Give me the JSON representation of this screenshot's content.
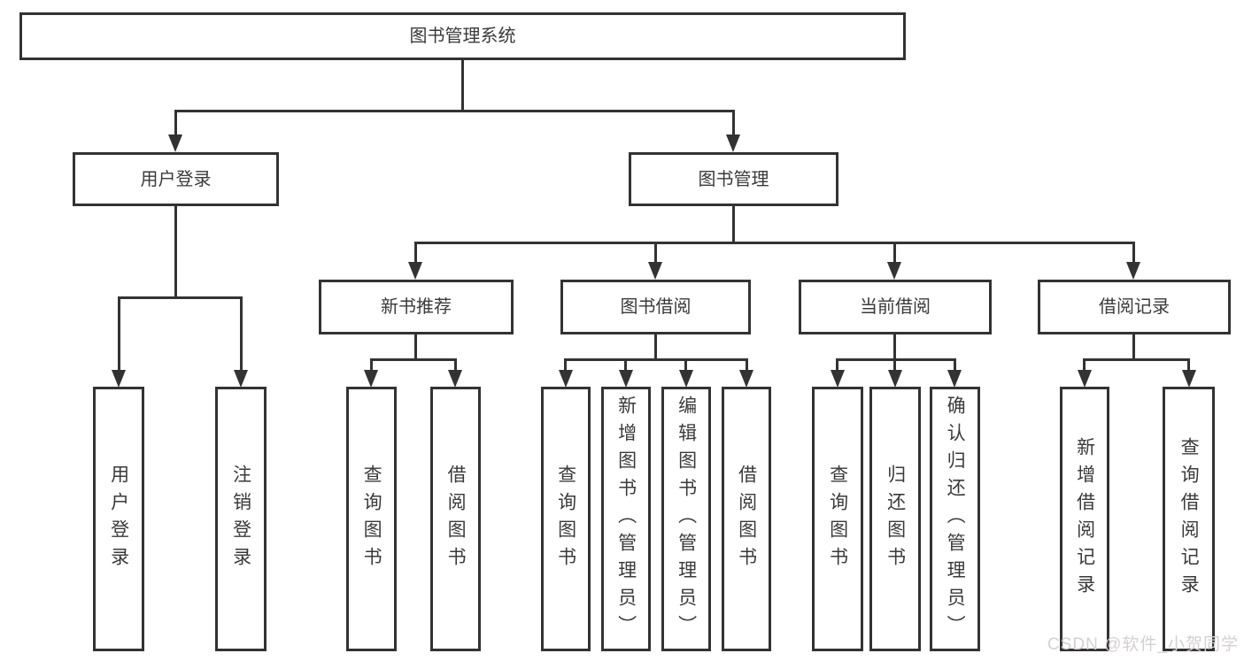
{
  "diagram_title": "图书管理系统",
  "tree": {
    "label": "图书管理系统",
    "children": [
      {
        "label": "用户登录",
        "children": [
          {
            "label": "用户登录"
          },
          {
            "label": "注销登录"
          }
        ]
      },
      {
        "label": "图书管理",
        "children": [
          {
            "label": "新书推荐",
            "children": [
              {
                "label": "查询图书"
              },
              {
                "label": "借阅图书"
              }
            ]
          },
          {
            "label": "图书借阅",
            "children": [
              {
                "label": "查询图书"
              },
              {
                "label": "新增图书（管理员）"
              },
              {
                "label": "编辑图书（管理员）"
              },
              {
                "label": "借阅图书"
              }
            ]
          },
          {
            "label": "当前借阅",
            "children": [
              {
                "label": "查询图书"
              },
              {
                "label": "归还图书"
              },
              {
                "label": "确认归还（管理员）"
              }
            ]
          },
          {
            "label": "借阅记录",
            "children": [
              {
                "label": "新增借阅记录"
              },
              {
                "label": "查询借阅记录"
              }
            ]
          }
        ]
      }
    ]
  },
  "watermark": "CSDN @软件_小贺同学"
}
